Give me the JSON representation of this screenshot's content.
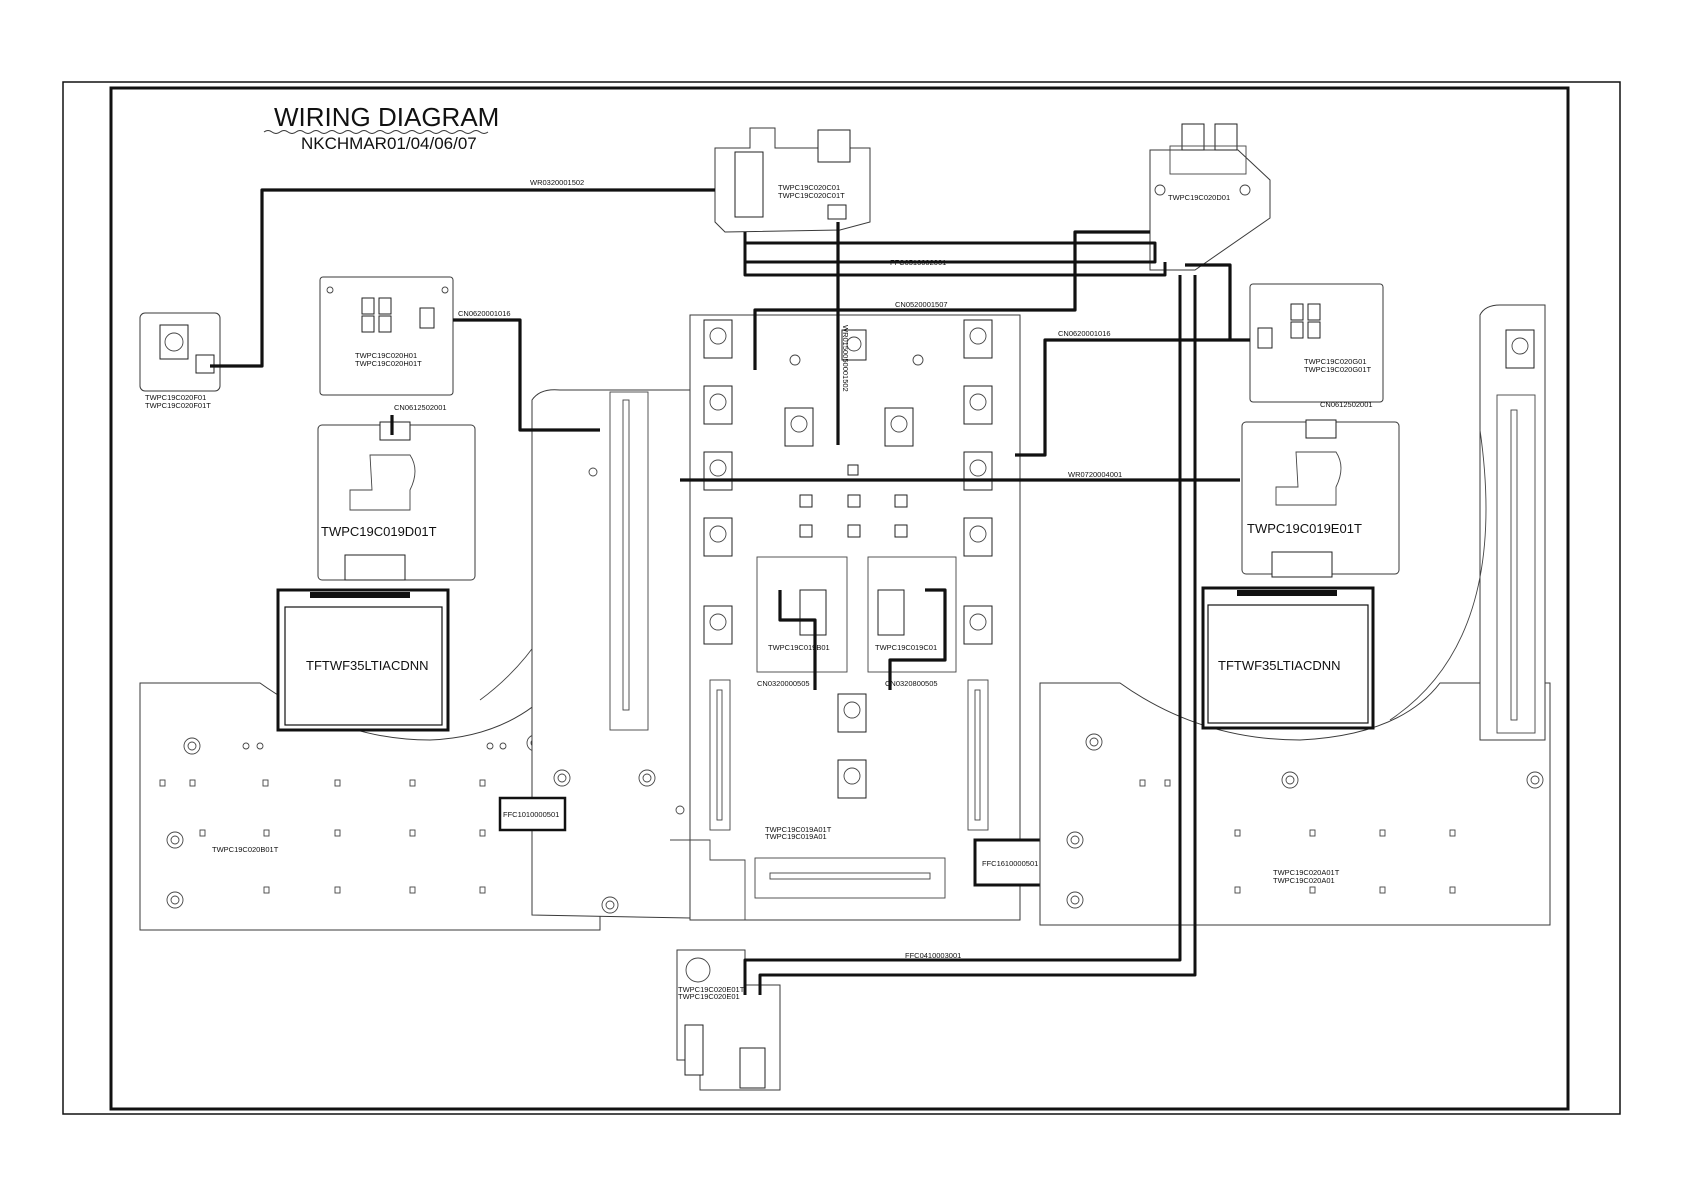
{
  "diagram": {
    "title": "WIRING DIAGRAM",
    "subtitle": "NKCHMAR01/04/06/07",
    "labels": {
      "board_c": "TWPC19C020C01",
      "board_c_t": "TWPC19C020C01T",
      "board_d": "TWPC19C020D01",
      "board_f1": "TWPC19C020F01",
      "board_f1_t": "TWPC19C020F01T",
      "board_h": "TWPC19C020H01",
      "board_h_t": "TWPC19C020H01T",
      "board_g": "TWPC19C020G01",
      "board_g_t": "TWPC19C020G01T",
      "board_d01t": "TWPC19C019D01T",
      "board_e01t": "TWPC19C019E01T",
      "lcd_left": "TFTWF35LTIACDNN",
      "lcd_right": "TFTWF35LTIACDNN",
      "board_b01": "TWPC19C019B01",
      "board_c01": "TWPC19C019C01",
      "board_a01t": "TWPC19C019A01T",
      "board_a01": "TWPC19C019A01",
      "board_020b01t": "TWPC19C020B01T",
      "board_020a01t": "TWPC19C020A01T",
      "board_020a01": "TWPC19C020A01",
      "board_e_t": "TWPC19C020E01T",
      "board_e": "TWPC19C020E01",
      "wr_top": "WR0320001502",
      "ffc_top": "FFC0510002001",
      "cn_top": "CN0520001507",
      "cn_left": "CN0620001016",
      "cn_right": "CN0620001016",
      "wr_vertical": "WR0150050001502",
      "wr_mid": "WR0720004001",
      "cn_lcd_left": "CN0612502001",
      "cn_lcd_right": "CN0612502001",
      "cn_b": "CN0320000505",
      "cn_c": "CN0320800505",
      "ffc_left": "FFC1010000501",
      "ffc_center": "FFC1610000501",
      "ffc_bottom": "FFC0410003001"
    }
  }
}
